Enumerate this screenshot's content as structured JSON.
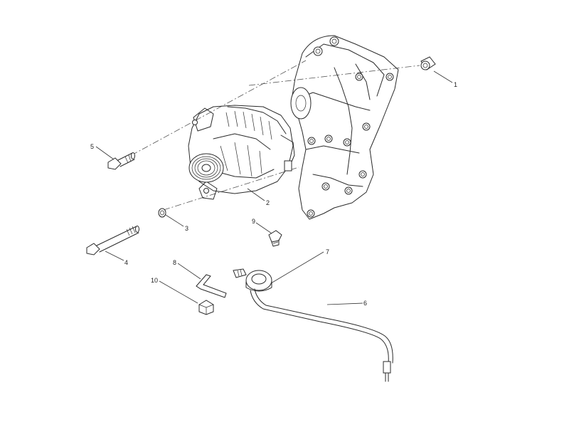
{
  "callouts": [
    "1",
    "2",
    "3",
    "4",
    "5",
    "6",
    "7",
    "8",
    "9",
    "10"
  ],
  "colors": {
    "line": "#2a2a2a",
    "background": "#ffffff"
  }
}
